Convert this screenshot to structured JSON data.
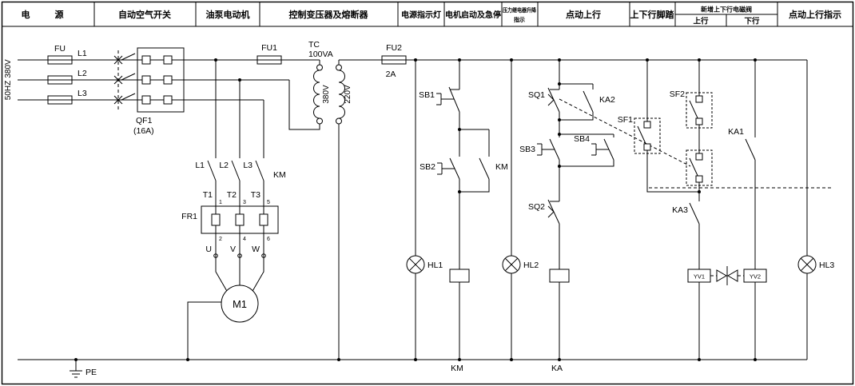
{
  "header": {
    "cells": [
      {
        "id": "power",
        "label": "电 源"
      },
      {
        "id": "air-breaker",
        "label": "自动空气开关"
      },
      {
        "id": "pump-motor",
        "label": "油泵电动机"
      },
      {
        "id": "control-transformer",
        "label": "控制变压器及熔断器"
      },
      {
        "id": "power-indicator",
        "label": "电源指示灯"
      },
      {
        "id": "motor-start-stop",
        "label": "电机启动及急停"
      },
      {
        "id": "pressure-relay-indicator",
        "line1": "压力继电器升降",
        "line2": "指示"
      },
      {
        "id": "jog-up",
        "label": "点动上行"
      },
      {
        "id": "foot-pedal",
        "label": "上下行脚踏"
      },
      {
        "id": "solenoid-valves",
        "label": "新增上下行电磁阀",
        "sub_left": "上行",
        "sub_right": "下行"
      },
      {
        "id": "jog-up-indicator",
        "label": "点动上行指示"
      }
    ]
  },
  "labels": {
    "supply_voltage": "380V",
    "supply_frequency": "50HZ",
    "fu": "FU",
    "l1": "L1",
    "l2": "L2",
    "l3": "L3",
    "qf1": "QF1",
    "qf1_rating": "(16A)",
    "fu1": "FU1",
    "tc": "TC",
    "tc_rating": "100VA",
    "tc_primary": "380V",
    "tc_secondary": "220V",
    "fu2": "FU2",
    "fu2_rating": "2A",
    "km_l1": "L1",
    "km_l2": "L2",
    "km_l3": "L3",
    "km": "KM",
    "t1": "T1",
    "t2": "T2",
    "t3": "T3",
    "fr1": "FR1",
    "fr1_1": "1",
    "fr1_2": "2",
    "fr1_3": "3",
    "fr1_4": "4",
    "fr1_5": "5",
    "fr1_6": "6",
    "u": "U",
    "v": "V",
    "w": "W",
    "m1": "M1",
    "sb1": "SB1",
    "sb2": "SB2",
    "km_aux": "KM",
    "hl1": "HL1",
    "hl2": "HL2",
    "hl3": "HL3",
    "sq1": "SQ1",
    "sq2": "SQ2",
    "ka1": "KA1",
    "ka2": "KA2",
    "ka3": "KA3",
    "sb3": "SB3",
    "sb4": "SB4",
    "sf1": "SF1",
    "sf2": "SF2",
    "yv1": "YV1",
    "yv2": "YV2",
    "km_bus": "KM",
    "ka_bus": "KA",
    "pe": "PE"
  }
}
